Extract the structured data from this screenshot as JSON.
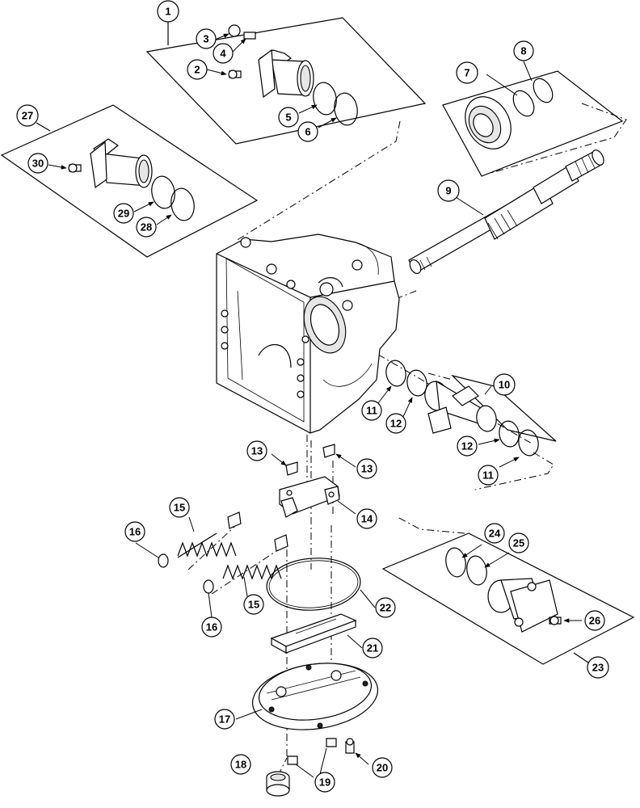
{
  "diagram": {
    "type": "exploded-parts-diagram",
    "callouts": [
      "1",
      "2",
      "3",
      "4",
      "5",
      "6",
      "7",
      "8",
      "9",
      "10",
      "11",
      "12",
      "13",
      "14",
      "15",
      "16",
      "17",
      "18",
      "19",
      "20",
      "21",
      "22",
      "23",
      "24",
      "25",
      "26",
      "27",
      "28",
      "29",
      "30"
    ],
    "repeated_callouts": [
      "11",
      "12",
      "13",
      "15",
      "16",
      "19"
    ]
  }
}
